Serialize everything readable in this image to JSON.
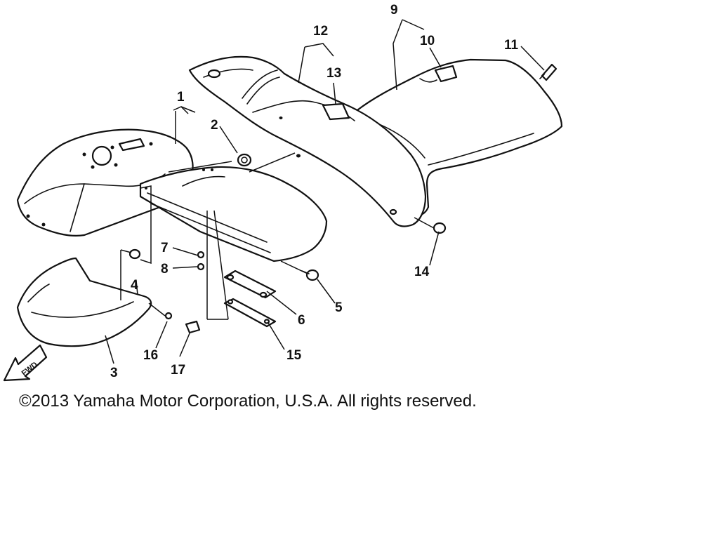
{
  "callouts": {
    "c1": "1",
    "c2": "2",
    "c3": "3",
    "c4": "4",
    "c5": "5",
    "c6": "6",
    "c7": "7",
    "c8": "8",
    "c9": "9",
    "c10": "10",
    "c11": "11",
    "c12": "12",
    "c13": "13",
    "c14": "14",
    "c15": "15",
    "c16": "16",
    "c17": "17"
  },
  "fwd_arrow": {
    "label": "FWD"
  },
  "copyright": "©2013 Yamaha Motor Corporation, U.S.A. All rights reserved."
}
